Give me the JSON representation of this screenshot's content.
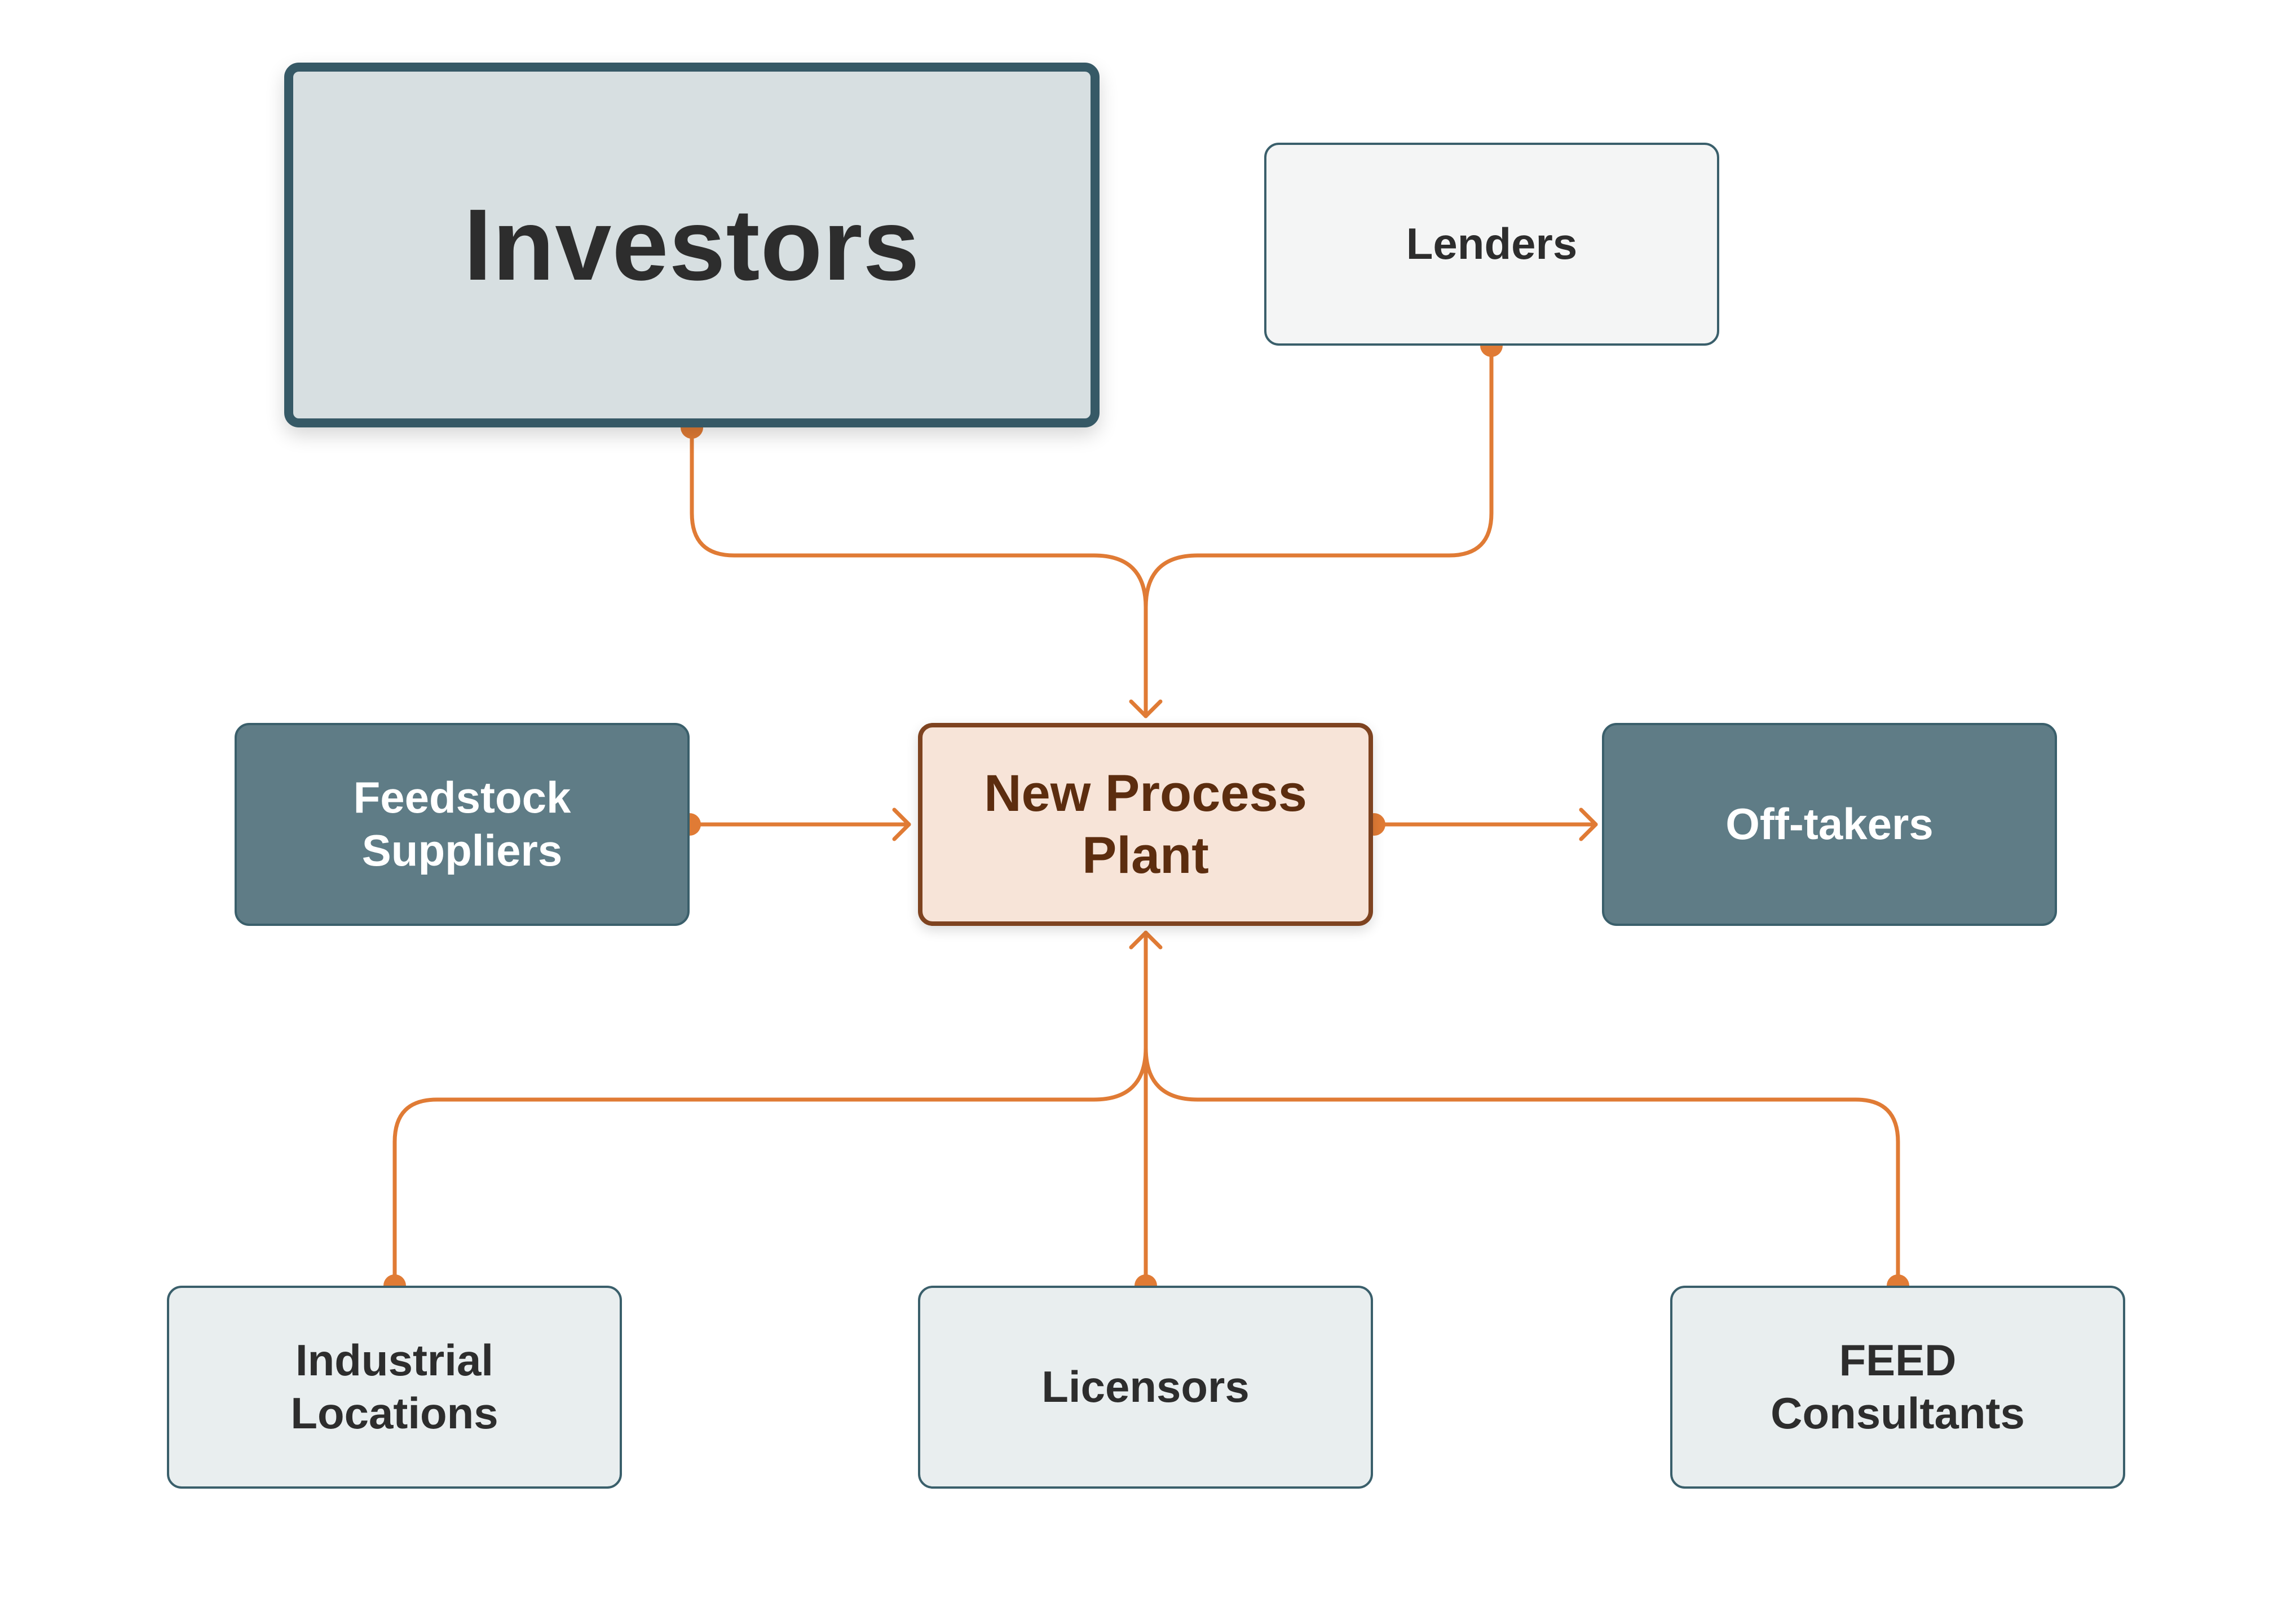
{
  "colors": {
    "connector": "#e07b35",
    "investors_fill": "#d7dfe1",
    "investors_border": "#365966",
    "dark_node_fill": "#5f7c86",
    "light_node_fill": "#e9eeef",
    "plant_fill": "#f7e4d8",
    "plant_border": "#7e4320",
    "plant_text": "#5c2d0f"
  },
  "nodes": {
    "investors": {
      "label": "Investors"
    },
    "lenders": {
      "label": "Lenders"
    },
    "feedstock": {
      "line1": "Feedstock",
      "line2": "Suppliers"
    },
    "plant": {
      "line1": "New Process",
      "line2": "Plant"
    },
    "offtakers": {
      "label": "Off-takers"
    },
    "industrial": {
      "line1": "Industrial",
      "line2": "Locations"
    },
    "licensors": {
      "label": "Licensors"
    },
    "feed": {
      "line1": "FEED",
      "line2": "Consultants"
    }
  },
  "edges": [
    {
      "from": "Investors",
      "to": "New Process Plant"
    },
    {
      "from": "Lenders",
      "to": "New Process Plant"
    },
    {
      "from": "Feedstock Suppliers",
      "to": "New Process Plant"
    },
    {
      "from": "New Process Plant",
      "to": "Off-takers"
    },
    {
      "from": "Industrial Locations",
      "to": "New Process Plant"
    },
    {
      "from": "Licensors",
      "to": "New Process Plant"
    },
    {
      "from": "FEED Consultants",
      "to": "New Process Plant"
    }
  ]
}
